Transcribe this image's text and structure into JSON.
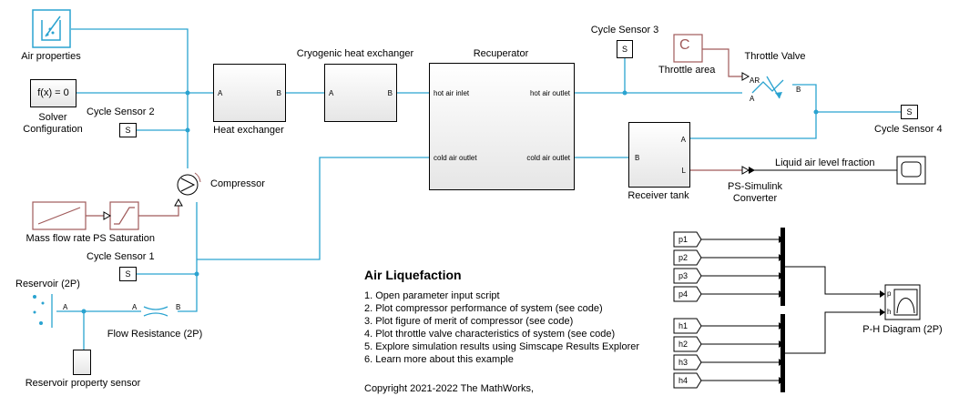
{
  "blocks": {
    "air_properties": "Air properties",
    "solver": "f(x) = 0",
    "solver_label": "Solver Configuration",
    "cycle_sensor_2": "Cycle Sensor 2",
    "heat_exchanger": "Heat exchanger",
    "cryo_hx": "Cryogenic heat exchanger",
    "recuperator": "Recuperator",
    "hot_air_inlet": "hot air inlet",
    "hot_air_outlet": "hot air outlet",
    "cold_air_outlet_l": "cold air outlet",
    "cold_air_outlet_r": "cold air outlet",
    "cycle_sensor_3": "Cycle Sensor 3",
    "throttle_area": "Throttle area",
    "throttle_valve": "Throttle Valve",
    "cycle_sensor_4": "Cycle Sensor 4",
    "receiver_tank": "Receiver tank",
    "ps_simulink": "PS-Simulink Converter",
    "liquid_air": "Liquid air level fraction",
    "compressor": "Compressor",
    "mass_flow_rate": "Mass flow rate",
    "ps_saturation": "PS Saturation",
    "cycle_sensor_1": "Cycle Sensor 1",
    "reservoir": "Reservoir (2P)",
    "flow_resistance": "Flow Resistance (2P)",
    "reservoir_sensor": "Reservoir property sensor",
    "ph_diagram": "P-H Diagram (2P)"
  },
  "ports": {
    "a": "A",
    "b": "B",
    "l": "L",
    "s": "S",
    "ar": "AR",
    "c": "C",
    "p": "p",
    "h": "h"
  },
  "tags_p": [
    "p1",
    "p2",
    "p3",
    "p4"
  ],
  "tags_h": [
    "h1",
    "h2",
    "h3",
    "h4"
  ],
  "info": {
    "title": "Air Liquefaction",
    "items": [
      "1. Open parameter input script",
      "2. Plot compressor performance of system (see code)",
      "3. Plot figure of merit of compressor (see code)",
      "4. Plot throttle valve characteristics of system (see code)",
      "5. Explore simulation results using Simscape Results Explorer",
      "6. Learn more about this example"
    ],
    "copyright": "Copyright 2021-2022 The MathWorks,"
  },
  "colors": {
    "line": "#2aa3d0",
    "signal": "#a05a5a",
    "block_border": "#000000"
  }
}
